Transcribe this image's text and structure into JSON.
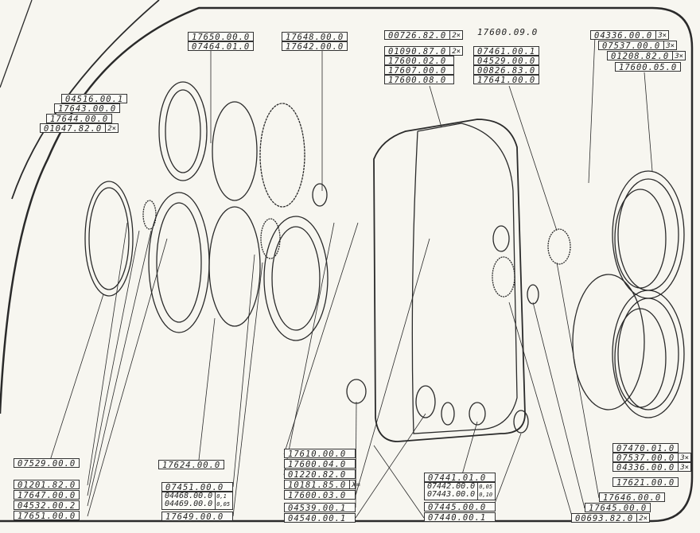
{
  "top_left": {
    "a": [
      "17650.00.0",
      "07464.01.0"
    ],
    "b": [
      "17648.00.0",
      "17642.00.0"
    ],
    "c": [
      {
        "part": "04516.00.1"
      },
      {
        "part": "17643.00.0"
      },
      {
        "part": "17644.00.0"
      },
      {
        "part": "01047.82.0",
        "qty": "2×"
      }
    ]
  },
  "top_center": {
    "single": {
      "part": "00726.82.0",
      "qty": "2×"
    },
    "stack": [
      {
        "part": "01090.87.0",
        "qty": "2×"
      },
      {
        "part": "17600.02.0"
      },
      {
        "part": "17607.00.0"
      },
      {
        "part": "17600.08.0"
      }
    ],
    "group_heading": "17600.09.0",
    "group": [
      "07461.00.1",
      "04529.00.0",
      "00826.83.0",
      "17641.00.0"
    ]
  },
  "top_right": [
    {
      "part": "04336.00.0",
      "qty": "3×"
    },
    {
      "part": "07537.00.0",
      "qty": "3×"
    },
    {
      "part": "01208.82.0",
      "qty": "3×"
    },
    {
      "part": "17600.05.0"
    }
  ],
  "bottom_left": {
    "single": "07529.00.0",
    "stack": [
      "01201.82.0",
      "17647.00.0",
      "04532.00.2",
      "17651.00.0"
    ]
  },
  "bottom_mid": {
    "single": "17624.00.0",
    "top": "07451.00.0",
    "pair": [
      "04468.00.0",
      "04469.00.0"
    ],
    "pair_qty": [
      "0,1",
      "0,05"
    ],
    "bottom": "17649.00.0"
  },
  "bottom_center": [
    {
      "part": "17610.00.0"
    },
    {
      "part": "17600.04.0"
    },
    {
      "part": "01220.82.0"
    },
    {
      "part": "10181.85.0",
      "qty": "X="
    },
    {
      "part": "17600.03.0"
    },
    {
      "part": "04539.00.1"
    },
    {
      "part": "04540.00.1"
    }
  ],
  "bottom_right_center": {
    "top": "07441.01.0",
    "pair": [
      "07442.00.0",
      "07443.00.0"
    ],
    "pair_qty": [
      "0,05",
      "0,10"
    ],
    "rest": [
      "07445.00.0",
      "07440.00.1"
    ]
  },
  "bottom_right": [
    {
      "part": "07470.01.0"
    },
    {
      "part": "07537.00.0",
      "qty": "3×"
    },
    {
      "part": "04336.00.0",
      "qty": "3×"
    },
    {
      "part": "17621.00.0"
    },
    {
      "part": "17646.00.0"
    },
    {
      "part": "17645.00.0"
    },
    {
      "part": "00693.82.0",
      "qty": "2×"
    }
  ]
}
